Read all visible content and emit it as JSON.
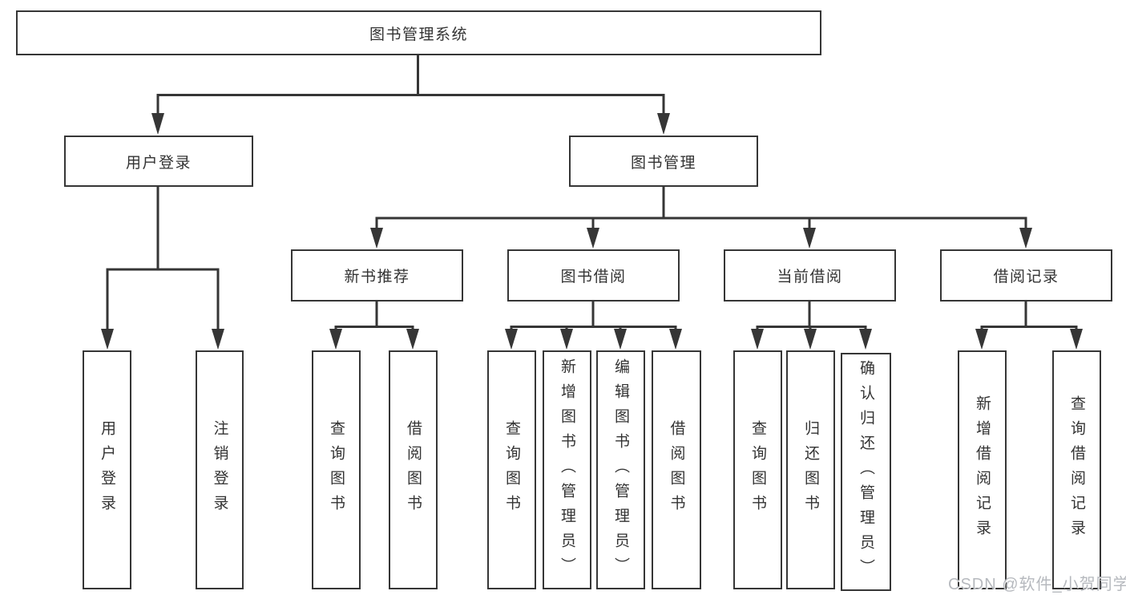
{
  "tree": {
    "label": "图书管理系统",
    "children": [
      {
        "label": "用户登录",
        "children": [
          {
            "label": "用户登录"
          },
          {
            "label": "注销登录"
          }
        ]
      },
      {
        "label": "图书管理",
        "children": [
          {
            "label": "新书推荐",
            "children": [
              {
                "label": "查询图书"
              },
              {
                "label": "借阅图书"
              }
            ]
          },
          {
            "label": "图书借阅",
            "children": [
              {
                "label": "查询图书"
              },
              {
                "label": "新增图书（管理员）"
              },
              {
                "label": "编辑图书（管理员）"
              },
              {
                "label": "借阅图书"
              }
            ]
          },
          {
            "label": "当前借阅",
            "children": [
              {
                "label": "查询图书"
              },
              {
                "label": "归还图书"
              },
              {
                "label": "确认归还（管理员）"
              }
            ]
          },
          {
            "label": "借阅记录",
            "children": [
              {
                "label": "新增借阅记录"
              },
              {
                "label": "查询借阅记录"
              }
            ]
          }
        ]
      }
    ]
  },
  "watermark": {
    "text": "CSDN @软件_小贺同学"
  },
  "colors": {
    "line": "#363636",
    "box_border": "#363636",
    "text": "#333333",
    "background": "#ffffff",
    "watermark": "#b0b3b8"
  }
}
